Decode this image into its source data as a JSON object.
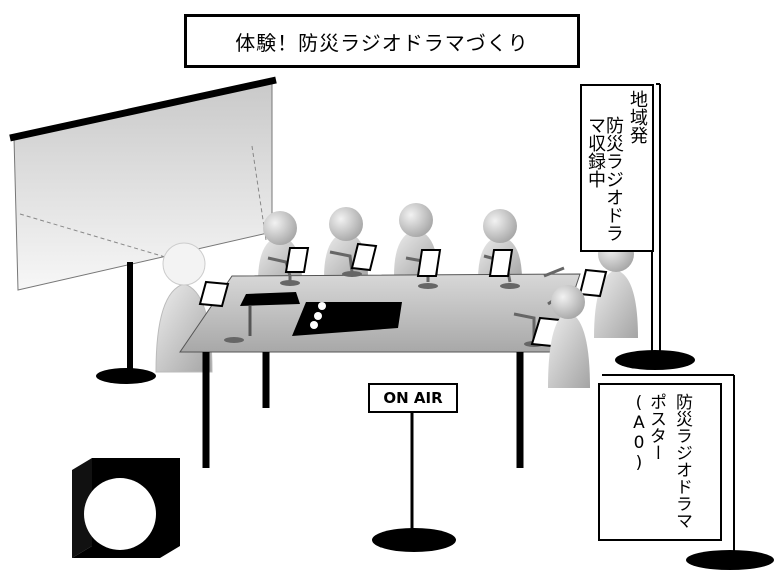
{
  "title": "体験！防災ラジオドラマづくり",
  "banner": {
    "line1": "地域発",
    "line2": "防災ラジオドラマ収録中"
  },
  "sign": {
    "label": "ON AIR"
  },
  "poster": {
    "line1": "防災ラジオドラマ",
    "line2": "ポスター(A0)"
  }
}
